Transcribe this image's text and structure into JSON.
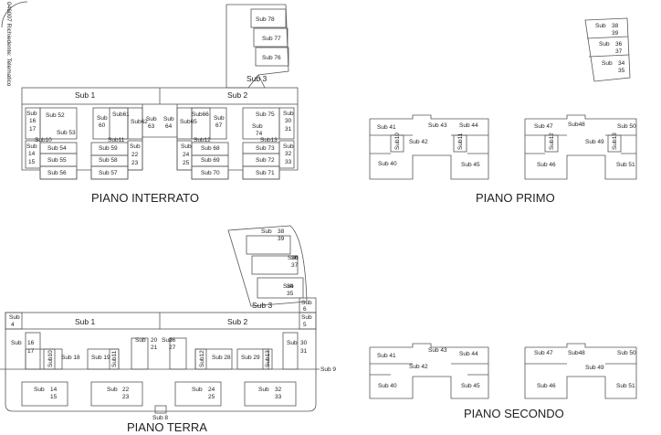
{
  "side_label": "046007 Richiedente: Telematico",
  "floors": {
    "interrato": "PIANO INTERRATO",
    "primo": "PIANO PRIMO",
    "terra": "PIANO TERRA",
    "secondo": "PIANO SECONDO"
  },
  "units": {
    "interrato": {
      "s1": "Sub 1",
      "s2": "Sub 2",
      "s3": "Sub 3",
      "s78": "Sub 78",
      "s77": "Sub 77",
      "s76": "Sub 76",
      "s52": "Sub 52",
      "s53": "Sub 53",
      "s16": "Sub",
      "s16n": "16",
      "s17": "17",
      "s10": "Sub10",
      "s14": "Sub",
      "s14n": "14",
      "s15": "15",
      "s54": "Sub 54",
      "s55": "Sub 55",
      "s56": "Sub 56",
      "s60": "Sub",
      "s60n": "60",
      "s61": "Sub61",
      "s62": "Sub62",
      "s63": "Sub",
      "s63n": "63",
      "s11": "Sub11",
      "s22": "Sub",
      "s22n": "22",
      "s23": "23",
      "s59": "Sub 59",
      "s58": "Sub 58",
      "s57": "Sub 57",
      "s64": "Sub",
      "s64n": "64",
      "s65": "Sub65",
      "s66": "Sub66",
      "s67": "Sub",
      "s67n": "67",
      "s12": "Sub12",
      "s24": "Sub",
      "s24n": "24",
      "s25": "25",
      "s68": "Sub 68",
      "s69": "Sub 69",
      "s70": "Sub 70",
      "s75": "Sub 75",
      "s74": "Sub",
      "s74n": "74",
      "s13": "Sub13",
      "s30": "Sub",
      "s30n": "30",
      "s31": "31",
      "s32": "Sub",
      "s32n": "32",
      "s33": "33",
      "s73": "Sub 73",
      "s72": "Sub 72",
      "s71": "Sub 71"
    },
    "primo": {
      "s41": "Sub 41",
      "s43": "Sub 43",
      "s44": "Sub 44",
      "s42": "Sub 42",
      "s10": "Sub10",
      "s11": "Sub11",
      "s40": "Sub 40",
      "s45": "Sub 45",
      "s47": "Sub 47",
      "s48": "Sub48",
      "s50": "Sub 50",
      "s49": "Sub 49",
      "s12": "Sub12",
      "s13": "Sub13",
      "s46": "Sub 46",
      "s51": "Sub 51",
      "s38": "Sub",
      "s38n": "38",
      "s39": "39",
      "s36": "Sub",
      "s36n": "36",
      "s37": "37",
      "s34": "Sub",
      "s34n": "34",
      "s35": "35"
    },
    "terra": {
      "s1": "Sub 1",
      "s2": "Sub 2",
      "s3": "Sub 3",
      "s4": "Sub",
      "s4n": "4",
      "s5": "Sub",
      "s5n": "5",
      "s6": "Sub",
      "s6n": "6",
      "s8": "Sub 8",
      "s9": "Sub 9",
      "s16": "Sub",
      "s16n": "16",
      "s17": "17",
      "s10": "Sub10",
      "s18": "Sub 18",
      "s14": "Sub",
      "s14n": "14",
      "s15": "15",
      "s19": "Sub 19",
      "s11": "Sub11",
      "s20": "Sub",
      "s20n": "20",
      "s21": "21",
      "s22": "Sub",
      "s22n": "22",
      "s23": "23",
      "s26": "Sub",
      "s26n": "26",
      "s27": "27",
      "s12": "Sub12",
      "s28": "Sub 28",
      "s24": "Sub",
      "s24n": "24",
      "s25": "25",
      "s29": "Sub 29",
      "s13": "Sub13",
      "s30": "Sub",
      "s30n": "30",
      "s31": "31",
      "s32": "Sub",
      "s32n": "32",
      "s33": "33",
      "s38": "Sub",
      "s38n": "38",
      "s39": "39",
      "s36": "Sub",
      "s36n": "36",
      "s37": "37",
      "s34": "Sub",
      "s34n": "34",
      "s35": "35"
    },
    "secondo": {
      "s41": "Sub 41",
      "s43": "Sub 43",
      "s44": "Sub 44",
      "s42": "Sub 42",
      "s40": "Sub 40",
      "s45": "Sub 45",
      "s47": "Sub 47",
      "s48": "Sub48",
      "s50": "Sub 50",
      "s49": "Sub 49",
      "s46": "Sub 46",
      "s51": "Sub 51"
    }
  }
}
